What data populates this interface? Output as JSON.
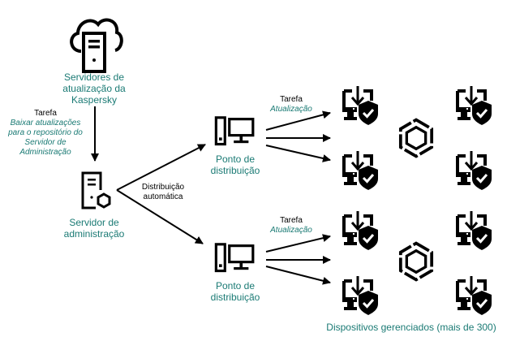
{
  "colors": {
    "label": "#1a7a74",
    "ink": "#000000",
    "background": "#ffffff"
  },
  "nodes": {
    "update_servers": {
      "label_lines": [
        "Servidores de",
        "atualização da",
        "Kaspersky"
      ],
      "icon": "cloud-server-icon"
    },
    "admin_server": {
      "label_lines": [
        "Servidor de",
        "administração"
      ],
      "icon": "server-shield-icon"
    },
    "dist_point_top": {
      "label_lines": [
        "Ponto de",
        "distribuição"
      ],
      "icon": "desktop-computer-icon"
    },
    "dist_point_bottom": {
      "label_lines": [
        "Ponto de",
        "distribuição"
      ],
      "icon": "desktop-computer-icon"
    },
    "managed_devices": {
      "label": "Dispositivos gerenciados (mais de 300)",
      "icon": "managed-device-icon",
      "group_icon": "hexagon-icon"
    }
  },
  "edges": {
    "download_task": {
      "title": "Tarefa",
      "desc_lines": [
        "Baixar atualizações",
        "para o repositório do",
        "Servidor de",
        "Administração"
      ]
    },
    "auto_distribution": {
      "label_lines": [
        "Distribuição",
        "automática"
      ]
    },
    "update_task_top": {
      "title": "Tarefa",
      "desc": "Atualização"
    },
    "update_task_bottom": {
      "title": "Tarefa",
      "desc": "Atualização"
    }
  }
}
